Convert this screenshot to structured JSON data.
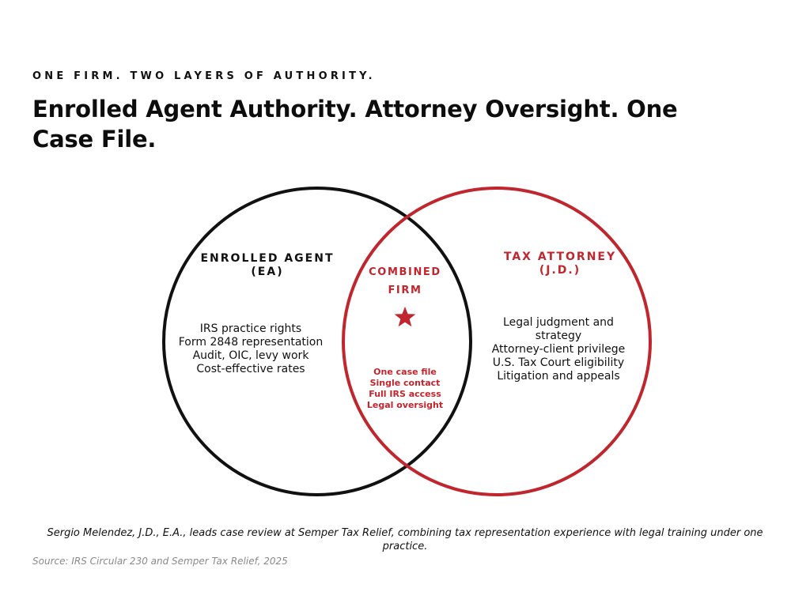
{
  "header": {
    "eyebrow": "ONE FIRM. TWO LAYERS OF AUTHORITY.",
    "title": "Enrolled Agent Authority. Attorney Oversight. One Case File."
  },
  "venn": {
    "left": {
      "label_line1": "ENROLLED AGENT",
      "label_line2": "(EA)",
      "color": "#111111",
      "items": [
        "IRS practice rights",
        "Form 2848 representation",
        "Audit, OIC, levy work",
        "Cost-effective rates"
      ]
    },
    "right": {
      "label_line1": "TAX ATTORNEY",
      "label_line2": "(J.D.)",
      "color": "#c0262d",
      "items": [
        "Legal judgment and strategy",
        "Attorney-client privilege",
        "U.S. Tax Court eligibility",
        "Litigation and appeals"
      ]
    },
    "overlap": {
      "label_line1": "COMBINED",
      "label_line2": "FIRM",
      "icon": "star-icon",
      "color": "#c0262d",
      "items": [
        "One case file",
        "Single contact",
        "Full IRS access",
        "Legal oversight"
      ]
    }
  },
  "footer": {
    "caption": "Sergio Melendez, J.D., E.A., leads case review at Semper Tax Relief, combining tax representation experience with legal training under one practice.",
    "source": "Source: IRS Circular 230 and Semper Tax Relief, 2025"
  }
}
